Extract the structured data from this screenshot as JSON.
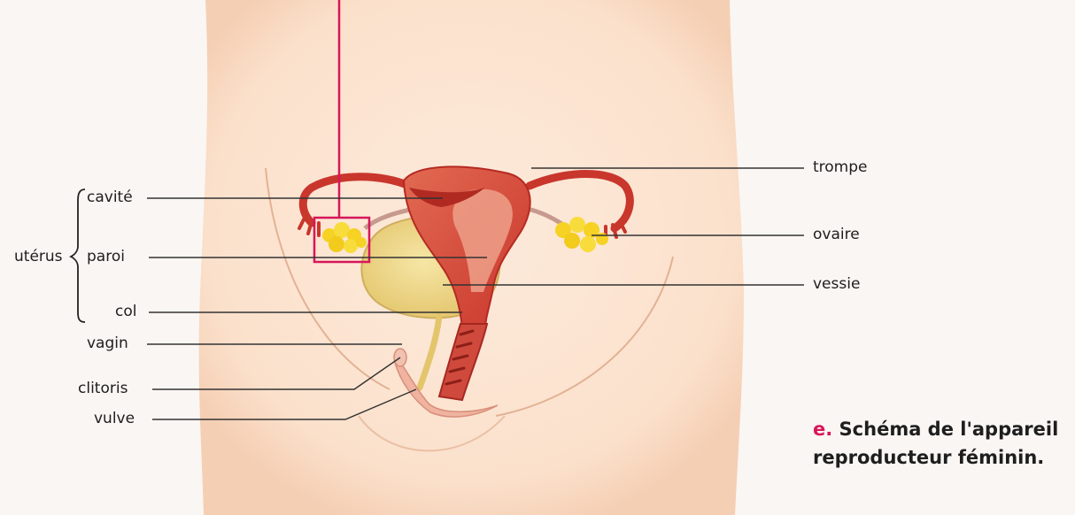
{
  "labels": {
    "uterus_group": "utérus",
    "cavite": "cavité",
    "paroi": "paroi",
    "col": "col",
    "vagin": "vagin",
    "clitoris": "clitoris",
    "vulve": "vulve",
    "trompe": "trompe",
    "ovaire": "ovaire",
    "vessie": "vessie"
  },
  "caption": {
    "letter": "e.",
    "line1": "Schéma de l'appareil",
    "line2": "reproducteur féminin."
  },
  "colors": {
    "skin": "#fbe3cf",
    "uterus": "#d8493c",
    "uterus_light": "#eda08a",
    "bladder": "#eed78a",
    "ovary": "#f5d224",
    "highlight": "#d6175a",
    "leader": "#333333"
  }
}
